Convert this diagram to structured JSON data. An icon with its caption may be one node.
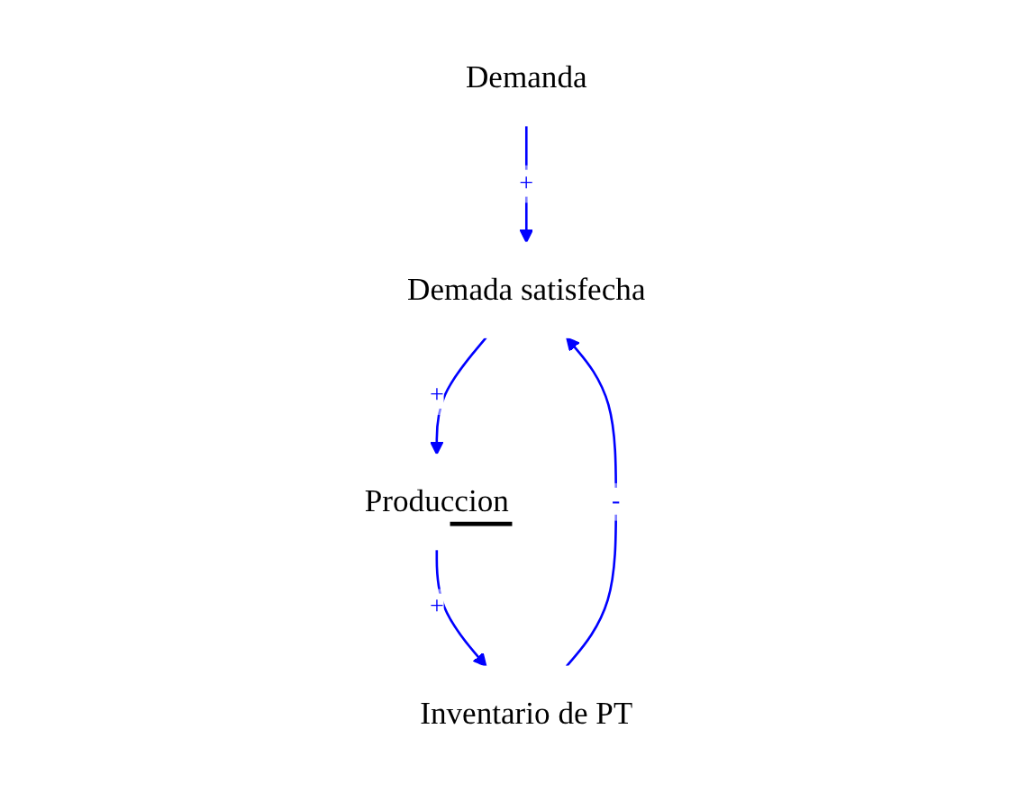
{
  "diagram": {
    "nodes": [
      {
        "text": [
          "Demanda"
        ]
      },
      {
        "text": [
          "Demada satisfecha"
        ]
      },
      {
        "text": [
          "Inventario de PT"
        ]
      },
      {
        "text": [
          "Produccion"
        ]
      }
    ],
    "edges": [
      {
        "from": 0,
        "to": 1,
        "arrow": "to",
        "label": "+"
      },
      {
        "from": 1,
        "to": 3,
        "arrow": "to",
        "label": "+"
      },
      {
        "from": 3,
        "to": 2,
        "arrow": "to",
        "label": "+"
      },
      {
        "from": 2,
        "to": 1,
        "arrow": "to",
        "label": "-"
      }
    ],
    "labels": [
      "—"
    ]
  }
}
